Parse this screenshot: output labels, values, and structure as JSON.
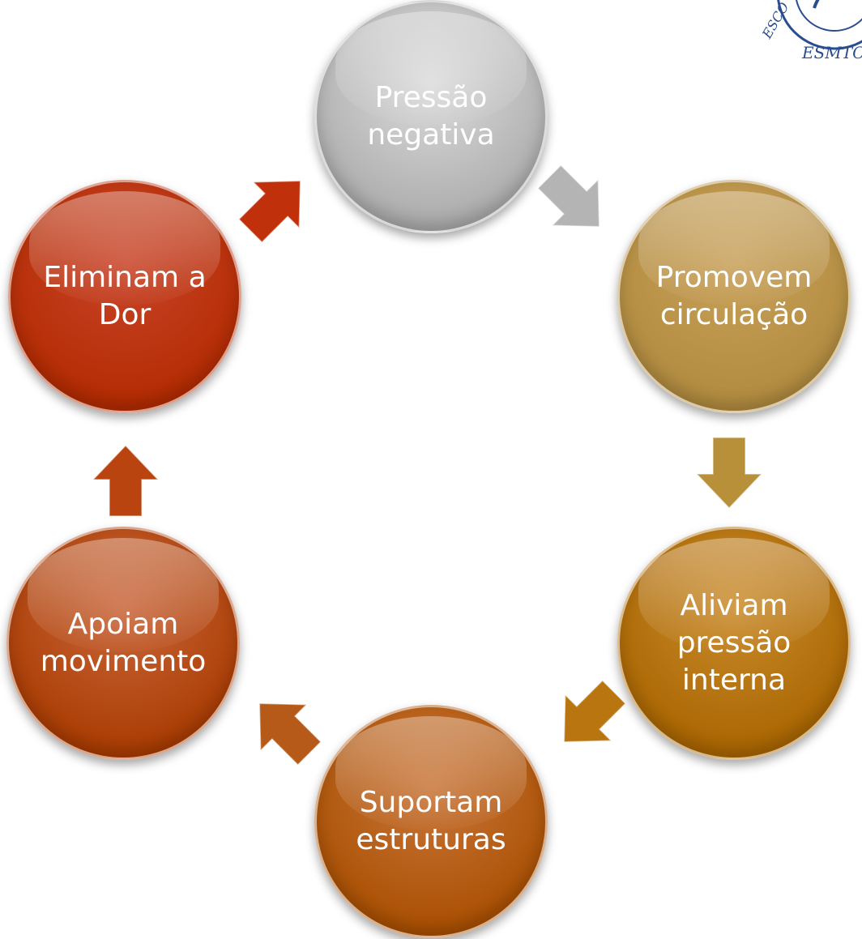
{
  "diagram": {
    "nodes": [
      {
        "id": "pressao",
        "label": "Pressão\nnegativa",
        "color_top": "#dcdcdc",
        "color_bottom": "#a9a9a9"
      },
      {
        "id": "promovem",
        "label": "Promovem\ncirculação",
        "color_top": "#c9a15a",
        "color_bottom": "#b08a3e"
      },
      {
        "id": "aliviam",
        "label": "Aliviam\npressão\ninterna",
        "color_top": "#c98a2a",
        "color_bottom": "#a86400"
      },
      {
        "id": "suportam",
        "label": "Suportam\nestruturas",
        "color_top": "#c9763a",
        "color_bottom": "#a84e00"
      },
      {
        "id": "apoiam",
        "label": "Apoiam\nmovimento",
        "color_top": "#c9663a",
        "color_bottom": "#a83a00"
      },
      {
        "id": "eliminam",
        "label": "Eliminam a\nDor",
        "color_top": "#c9452a",
        "color_bottom": "#b22a00"
      }
    ],
    "arrows": [
      {
        "from": "eliminam",
        "to": "pressao",
        "color": "#c0300a"
      },
      {
        "from": "pressao",
        "to": "promovem",
        "color": "#b4b4b4"
      },
      {
        "from": "promovem",
        "to": "aliviam",
        "color": "#b8903a"
      },
      {
        "from": "aliviam",
        "to": "suportam",
        "color": "#b87510"
      },
      {
        "from": "suportam",
        "to": "apoiam",
        "color": "#b65a1a"
      },
      {
        "from": "apoiam",
        "to": "eliminam",
        "color": "#b9440f"
      }
    ]
  },
  "logo": {
    "text": "ESMTC",
    "color": "#2a4d8f",
    "partial_text": "ESCO"
  }
}
